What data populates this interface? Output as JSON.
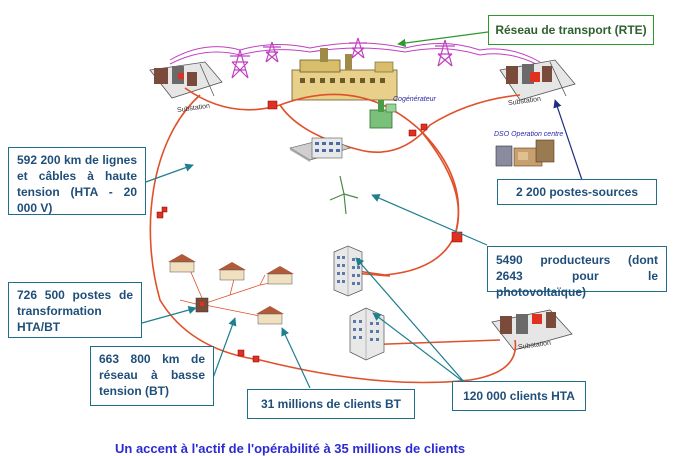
{
  "callouts": {
    "rte": "Réseau de transport (RTE)",
    "hta_lines": "592 200 km de lignes et câbles à haute tension (HTA - 20 000 V)",
    "postes_sources": "2 200 postes-sources",
    "producteurs": "5490 producteurs (dont 2643 pour le photovoltaïque)",
    "postes_transfo": "726 500 postes de transformation HTA/BT",
    "bt_network": "663 800 km de réseau à basse tension (BT)",
    "clients_bt": "31 millions de clients BT",
    "clients_hta": "120 000 clients HTA"
  },
  "labels": {
    "substation": "Substation",
    "cogenerateur": "Cogénérateur",
    "dso_centre": "DSO Operation centre"
  },
  "footer": "Un accent à l'actif de l'opérabilité à 35 millions de clients",
  "colors": {
    "network_line": "#e0502a",
    "callout_border": "#1f6f8b",
    "callout_text": "#1f4e79",
    "rte_border": "#2e9a2e",
    "arrow_teal": "#1f7f8f",
    "arrow_green": "#2e9a2e",
    "arrow_navy": "#1f2f7f",
    "pylon_magenta": "#c040c0"
  }
}
